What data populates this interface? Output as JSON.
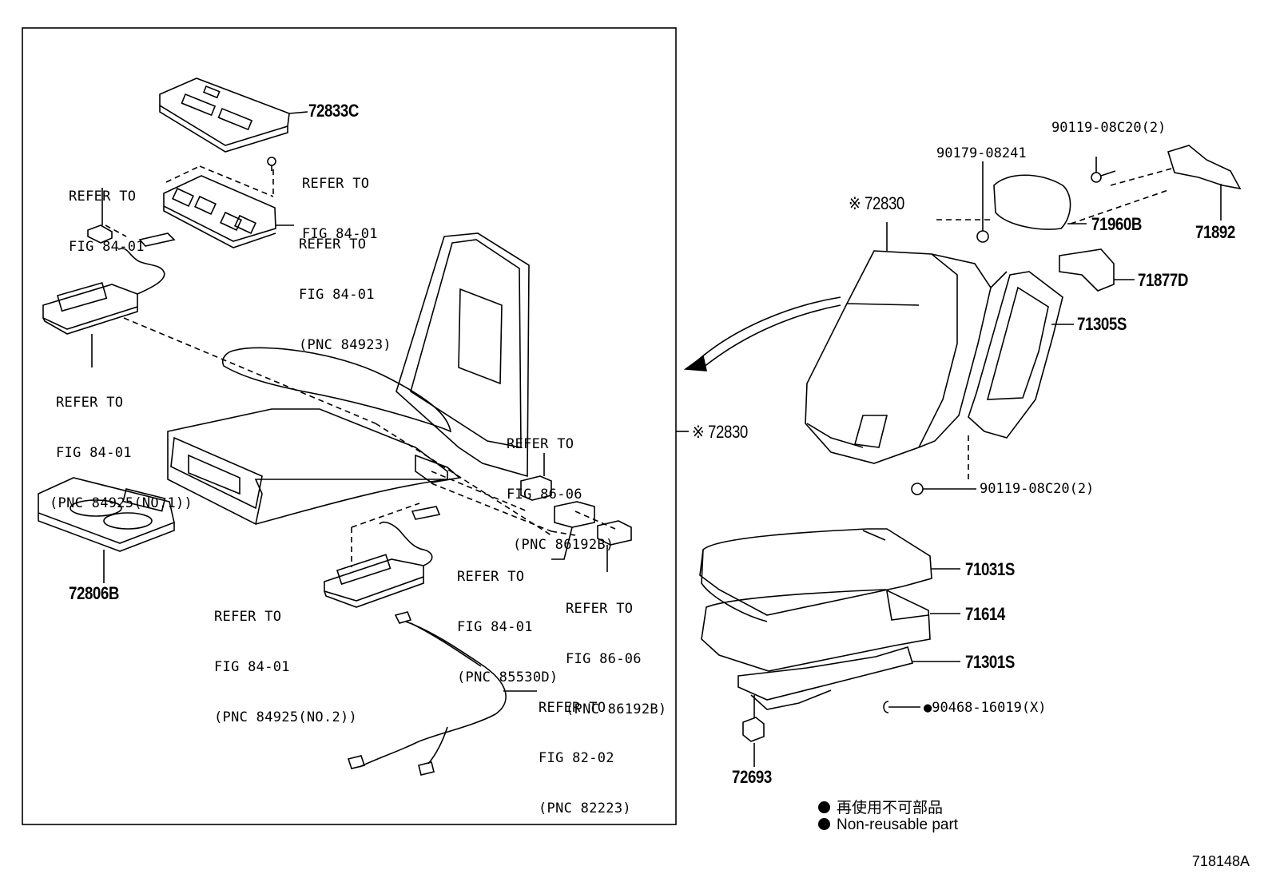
{
  "callouts": {
    "p72833C": "72833C",
    "ref1a": "REFER TO",
    "ref1b": "FIG 84-01",
    "ref2a": "REFER TO",
    "ref2b": "FIG 84-01",
    "ref3a": "REFER TO",
    "ref3b": "FIG 84-01",
    "ref3c": "(PNC 84923)",
    "ref4a": "REFER TO",
    "ref4b": "FIG 84-01",
    "ref4c": "(PNC 84925(NO.1))",
    "ref5a": "REFER TO",
    "ref5b": "FIG 86-06",
    "ref5c": "(PNC 86192B)",
    "ref6a": "REFER TO",
    "ref6b": "FIG 84-01",
    "ref6c": "(PNC 85530D)",
    "ref7a": "REFER TO",
    "ref7b": "FIG 86-06",
    "ref7c": "(PNC 86192B)",
    "ref8a": "REFER TO",
    "ref8b": "FIG 84-01",
    "ref8c": "(PNC 84925(NO.2))",
    "ref9a": "REFER TO",
    "ref9b": "FIG 82-02",
    "ref9c": "(PNC 82223)",
    "p72806B": "72806B",
    "p72830_box": "※ 72830",
    "p72830_top": "※ 72830",
    "p90179": "90179-08241",
    "p90119_top": "90119-08C20(2)",
    "p71960B": "71960B",
    "p71892": "71892",
    "p71877D": "71877D",
    "p71305S": "71305S",
    "p90119_bot": "90119-08C20(2)",
    "p71031S": "71031S",
    "p71614": "71614",
    "p71301S": "71301S",
    "p90468": "●90468-16019(X)",
    "p72693": "72693"
  },
  "legend": {
    "jp": "再使用不可部品",
    "en": "Non-reusable part"
  },
  "figure_id": "718148A"
}
